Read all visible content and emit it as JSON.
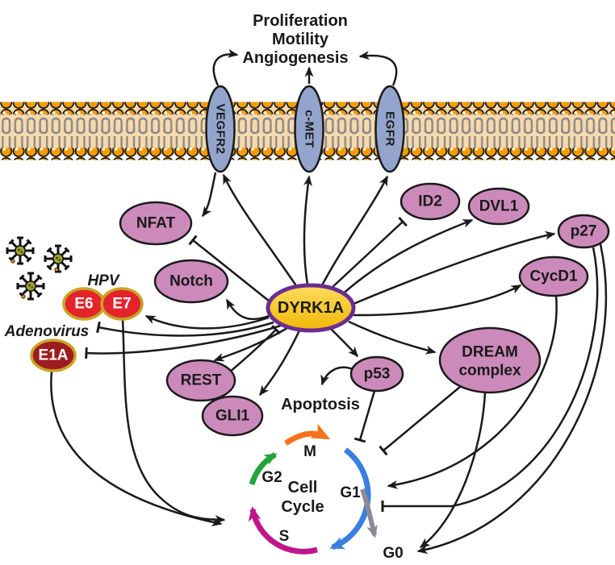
{
  "outputs": {
    "lines": [
      "Proliferation",
      "Motility",
      "Angiogenesis"
    ]
  },
  "receptors": {
    "vegfr2": {
      "label": "VEGFR2"
    },
    "cmet": {
      "label": "c-MET"
    },
    "egfr": {
      "label": "EGFR"
    }
  },
  "kinase": {
    "label": "DYRK1A"
  },
  "nodes": {
    "nfat": {
      "label": "NFAT"
    },
    "notch": {
      "label": "Notch"
    },
    "id2": {
      "label": "ID2"
    },
    "dvl1": {
      "label": "DVL1"
    },
    "p27": {
      "label": "p27"
    },
    "cycd1": {
      "label": "CycD1"
    },
    "dream": {
      "label_line1": "DREAM",
      "label_line2": "complex"
    },
    "p53": {
      "label": "p53"
    },
    "rest": {
      "label": "REST"
    },
    "gli1": {
      "label": "GLI1"
    }
  },
  "viral": {
    "hpv_label": "HPV",
    "adenovirus_label": "Adenovirus",
    "e6": {
      "label": "E6"
    },
    "e7": {
      "label": "E7"
    },
    "e1a": {
      "label": "E1A"
    }
  },
  "apoptosis_label": "Apoptosis",
  "cell_cycle": {
    "center": [
      "Cell",
      "Cycle"
    ],
    "phases": {
      "g2": "G2",
      "m": "M",
      "g1": "G1",
      "s": "S",
      "g0": "G0"
    }
  },
  "colors": {
    "node_fill": "#CC8ABB",
    "outline": "#1A1A1A",
    "receptor_fill": "#93A5CC",
    "dyrk1a_fill_top": "#FFDC5E",
    "dyrk1a_fill_bottom": "#F0B705",
    "dyrk1a_border": "#6B2D90",
    "viral_red": "#E3242B",
    "viral_dark_red": "#9D1C20",
    "viral_border": "#C9A425",
    "membrane_bg": "#F7D9AC",
    "lipid_head": "#F59B00",
    "lipid_tail": "#8A8A8A",
    "edge": "#1A1A1A",
    "cycle": {
      "g2": "#23A43B",
      "m": "#F4731C",
      "g1": "#3B7FDE",
      "s": "#C0168C",
      "g0": "#8B8B95"
    }
  },
  "edges": [
    {
      "from": "VEGFR2",
      "to": "Proliferation/Motility/Angiogenesis",
      "effect": "activation"
    },
    {
      "from": "c-MET",
      "to": "Proliferation/Motility/Angiogenesis",
      "effect": "activation"
    },
    {
      "from": "EGFR",
      "to": "Proliferation/Motility/Angiogenesis",
      "effect": "activation"
    },
    {
      "from": "DYRK1A",
      "to": "VEGFR2",
      "effect": "activation"
    },
    {
      "from": "DYRK1A",
      "to": "c-MET",
      "effect": "activation"
    },
    {
      "from": "DYRK1A",
      "to": "EGFR",
      "effect": "activation"
    },
    {
      "from": "VEGFR2",
      "to": "NFAT",
      "effect": "activation"
    },
    {
      "from": "DYRK1A",
      "to": "NFAT",
      "effect": "inhibition"
    },
    {
      "from": "DYRK1A",
      "to": "Notch",
      "effect": "activation"
    },
    {
      "from": "DYRK1A",
      "to": "ID2",
      "effect": "inhibition"
    },
    {
      "from": "DYRK1A",
      "to": "DVL1",
      "effect": "activation"
    },
    {
      "from": "DYRK1A",
      "to": "p27",
      "effect": "activation"
    },
    {
      "from": "DYRK1A",
      "to": "CycD1",
      "effect": "activation"
    },
    {
      "from": "DYRK1A",
      "to": "DREAM complex",
      "effect": "activation"
    },
    {
      "from": "DYRK1A",
      "to": "p53",
      "effect": "activation"
    },
    {
      "from": "DYRK1A",
      "to": "REST",
      "effect": "activation"
    },
    {
      "from": "REST",
      "to": "DYRK1A",
      "effect": "inhibition"
    },
    {
      "from": "DYRK1A",
      "to": "GLI1",
      "effect": "activation"
    },
    {
      "from": "DYRK1A",
      "to": "E7",
      "effect": "activation"
    },
    {
      "from": "DYRK1A",
      "to": "E6",
      "effect": "inhibition"
    },
    {
      "from": "DYRK1A",
      "to": "E1A",
      "effect": "inhibition"
    },
    {
      "from": "E7",
      "to": "Cell Cycle",
      "effect": "activation"
    },
    {
      "from": "E1A",
      "to": "Cell Cycle",
      "effect": "activation"
    },
    {
      "from": "p53",
      "to": "Apoptosis",
      "effect": "activation"
    },
    {
      "from": "p53",
      "to": "Cell Cycle (M/G1)",
      "effect": "inhibition"
    },
    {
      "from": "DREAM complex",
      "to": "Cell Cycle (G1)",
      "effect": "inhibition"
    },
    {
      "from": "DREAM complex",
      "to": "G0",
      "effect": "activation"
    },
    {
      "from": "CycD1",
      "to": "G1",
      "effect": "activation"
    },
    {
      "from": "p27",
      "to": "G1",
      "effect": "inhibition"
    },
    {
      "from": "p27",
      "to": "G0",
      "effect": "activation"
    }
  ]
}
